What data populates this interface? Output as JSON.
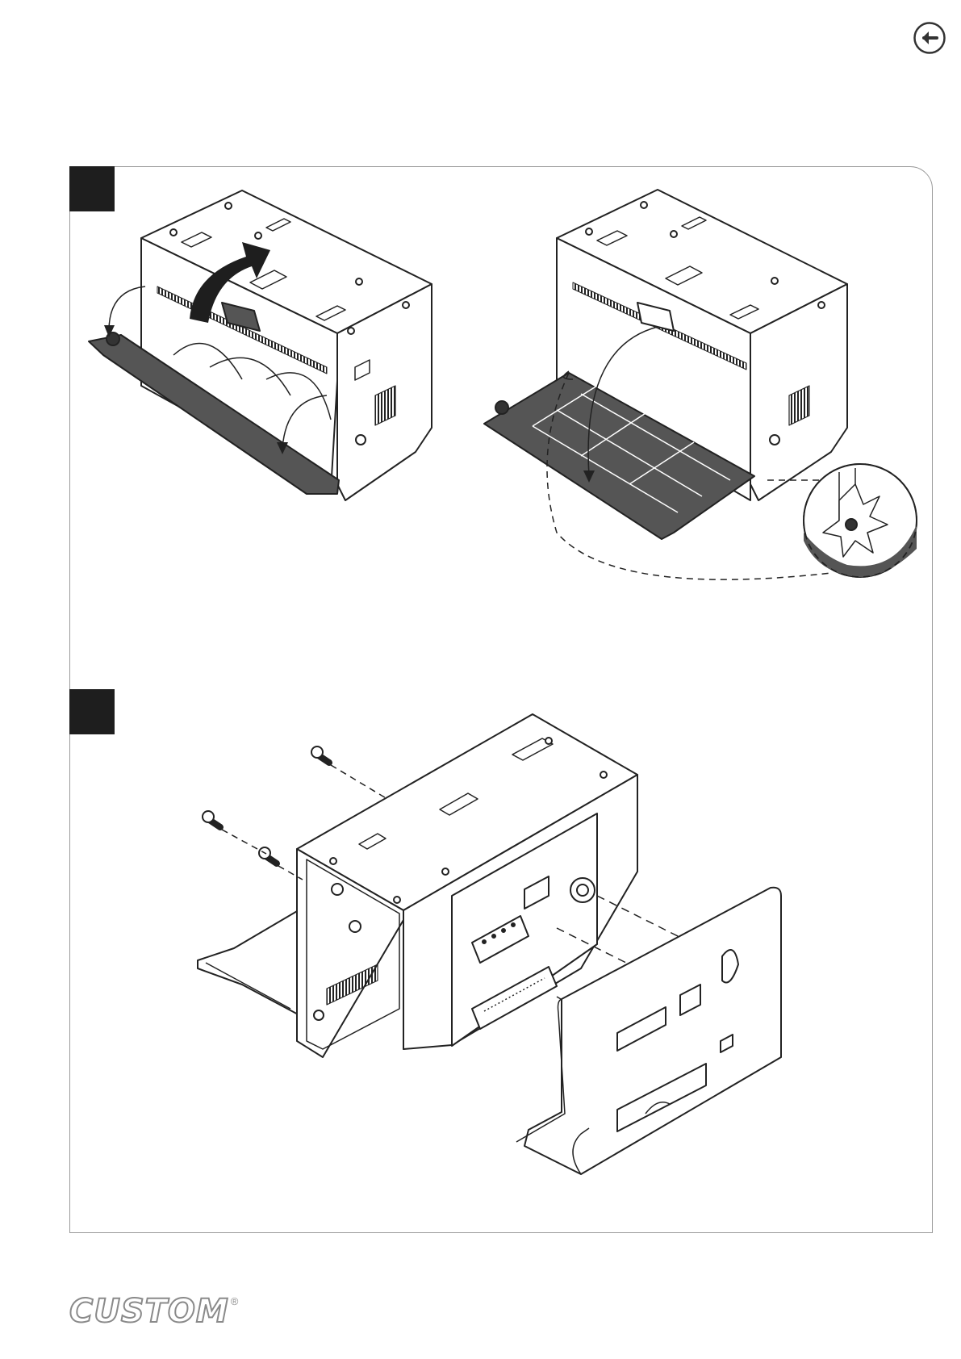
{
  "nav": {
    "back_icon": "arrow-left-circle-icon"
  },
  "steps": [
    {
      "number": "",
      "view": "open-paper-compartment"
    },
    {
      "number": "",
      "view": "remove-screws-and-front-panel"
    }
  ],
  "footer": {
    "brand": "CUSTOM",
    "registered": "®"
  },
  "colors": {
    "ink": "#222222",
    "tab": "#1e1e1e",
    "frame": "#9a9a9a",
    "fill_dark": "#555555",
    "logo": "#8a8a8a"
  }
}
